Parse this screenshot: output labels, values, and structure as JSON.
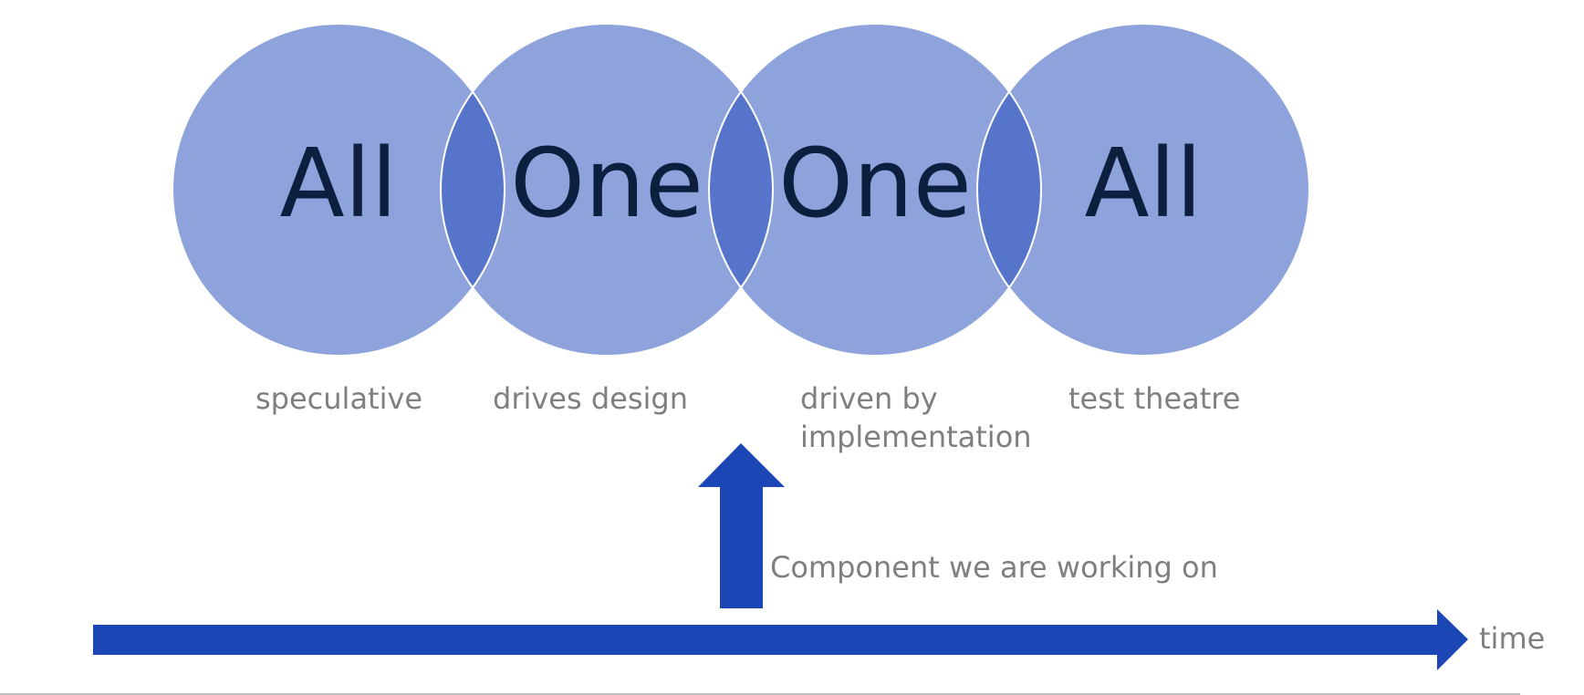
{
  "diagram": {
    "circles": [
      {
        "label": "All",
        "caption": "speculative"
      },
      {
        "label": "One",
        "caption": "drives design"
      },
      {
        "label": "One",
        "caption_lines": [
          "driven by",
          "implementation"
        ]
      },
      {
        "label": "All",
        "caption": "test theatre"
      }
    ],
    "pointer_label": "Component we are working on",
    "axis_label": "time",
    "colors": {
      "circle_fill": "#8ea3dc",
      "overlap_fill": "#5674c9",
      "circle_text": "#0d1f3f",
      "caption_text": "#7f7f7f",
      "arrow_fill": "#1c45b5",
      "baseline": "#bfbfbf"
    }
  }
}
